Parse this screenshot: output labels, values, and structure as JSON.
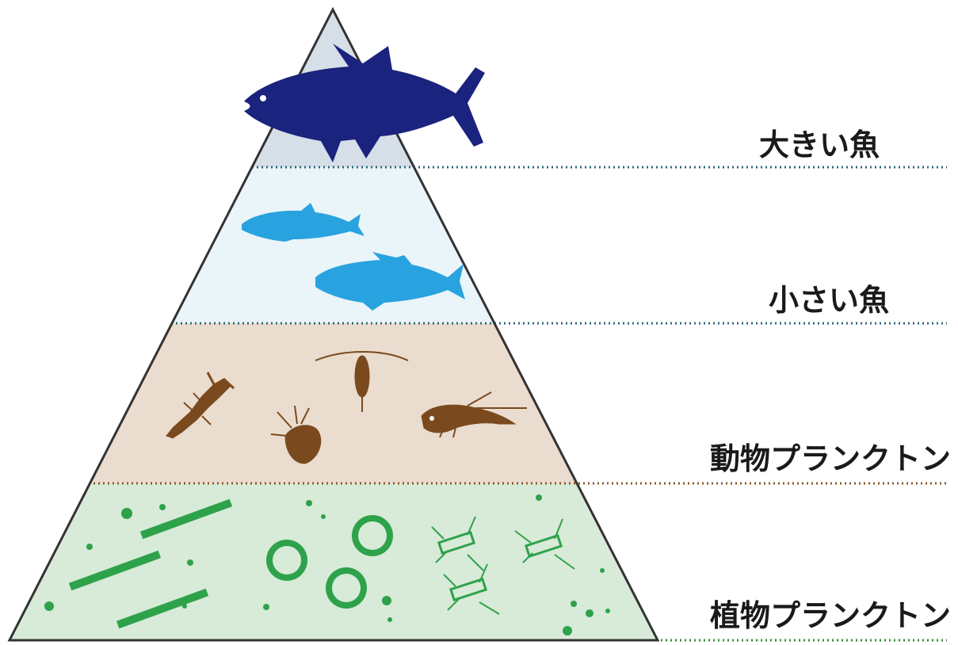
{
  "levels": [
    {
      "label": "大きい魚",
      "fill": "#d6dee8",
      "line": "#2d6a7a"
    },
    {
      "label": "小さい魚",
      "fill": "#eaf5f9",
      "line": "#2d6a7a"
    },
    {
      "label": "動物プランクトン",
      "fill": "#eadcce",
      "line": "#8a5a2a"
    },
    {
      "label": "植物プランクトン",
      "fill": "#d8ead8",
      "line": "#3a8a3a"
    }
  ],
  "colors": {
    "big_fish": "#1a237e",
    "small_fish": "#29a3e0",
    "zooplankton": "#7a4a1e",
    "phytoplankton": "#2ea24a",
    "outline": "#333333"
  },
  "icons": [
    "tuna-icon",
    "sardine-icon",
    "mackerel-icon",
    "shrimp-icon",
    "copepod-icon",
    "larva-icon",
    "crayfish-icon",
    "diatom-chain-icon",
    "diatom-disc-icon",
    "bacillaria-icon"
  ]
}
